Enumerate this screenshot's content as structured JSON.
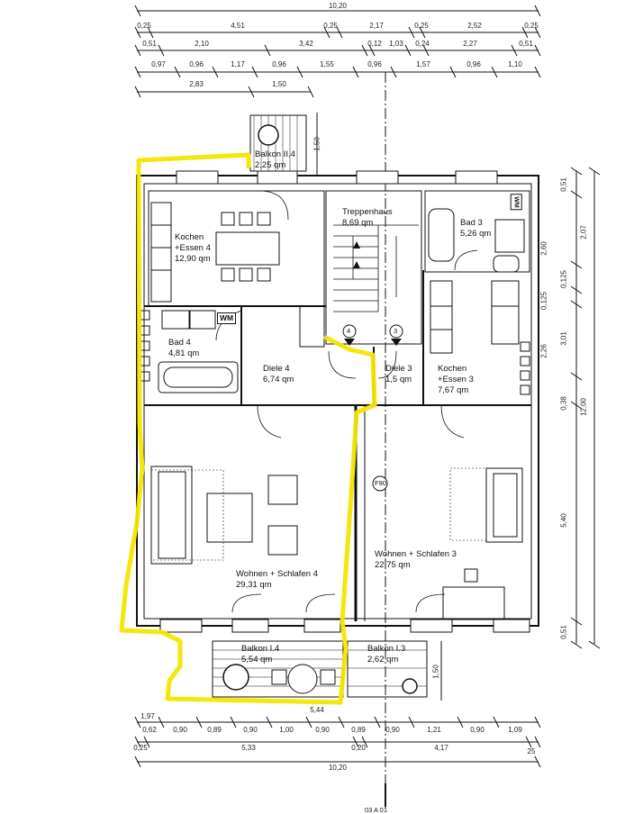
{
  "rooms": {
    "balkon_ii4": {
      "name": "Balkon II.4",
      "area": "2,25 qm"
    },
    "kochen4": {
      "name1": "Kochen",
      "name2": "+Essen 4",
      "area": "12,90 qm"
    },
    "treppenhaus": {
      "name": "Treppenhaus",
      "area": "8,69 qm"
    },
    "bad3": {
      "name": "Bad 3",
      "area": "5,26 qm"
    },
    "bad4": {
      "name": "Bad 4",
      "area": "4,81 qm"
    },
    "diele4": {
      "name": "Diele 4",
      "area": "6,74 qm"
    },
    "diele3": {
      "name": "Diele 3",
      "area": "1,5 qm"
    },
    "kochen3": {
      "name1": "Kochen",
      "name2": "+Essen 3",
      "area": "7,67 qm"
    },
    "wohnen4": {
      "name": "Wohnen + Schlafen 4",
      "area": "29,31 qm"
    },
    "wohnen3": {
      "name": "Wohnen + Schlafen 3",
      "area": "22,75 qm"
    },
    "balkon_i4": {
      "name": "Balkon I.4",
      "area": "5,54 qm"
    },
    "balkon_i3": {
      "name": "Balkon I.3",
      "area": "2,62 qm"
    }
  },
  "labels": {
    "wm": "WM",
    "f90": "F90",
    "marker4": "4",
    "marker3": "3",
    "section_ref": "03 A 01"
  },
  "dims_top": {
    "total": "10,20",
    "row1": [
      "0,25",
      "4,51",
      "0,25",
      "2,17",
      "0,25",
      "2,52",
      "0,25"
    ],
    "row2": [
      "0,51",
      "2,10",
      "3,42",
      "0,12",
      "1,03",
      "0,24",
      "2,27",
      "0,51"
    ],
    "row3": [
      "0,97",
      "0,96",
      "1,17",
      "0,96",
      "1,55",
      "0,96",
      "1,57",
      "0,96",
      "1,10"
    ],
    "row4": [
      "2,83",
      "1,50"
    ]
  },
  "dims_bottom": {
    "row1": [
      "0,62",
      "0,90",
      "0,89",
      "0,90",
      "1,00",
      "0,90",
      "0,89",
      "0,90",
      "1,21",
      "0,90",
      "1,09"
    ],
    "row2": [
      "0,25",
      "5,33",
      "0,20",
      "4,17",
      "25"
    ],
    "total": "10,20",
    "balcony": [
      "1,97",
      "5,44"
    ]
  },
  "dims_right": {
    "outer": "12,00",
    "inner": [
      "0,51",
      "2,07",
      "2,60",
      "0,125",
      "0,125",
      "3,01",
      "2,26",
      "0,38",
      "5,40",
      "0,51"
    ],
    "balkon_top": "1,50",
    "balkon_bottom": "1,50"
  },
  "colors": {
    "highlight": "#f2e600",
    "line": "#111111"
  }
}
